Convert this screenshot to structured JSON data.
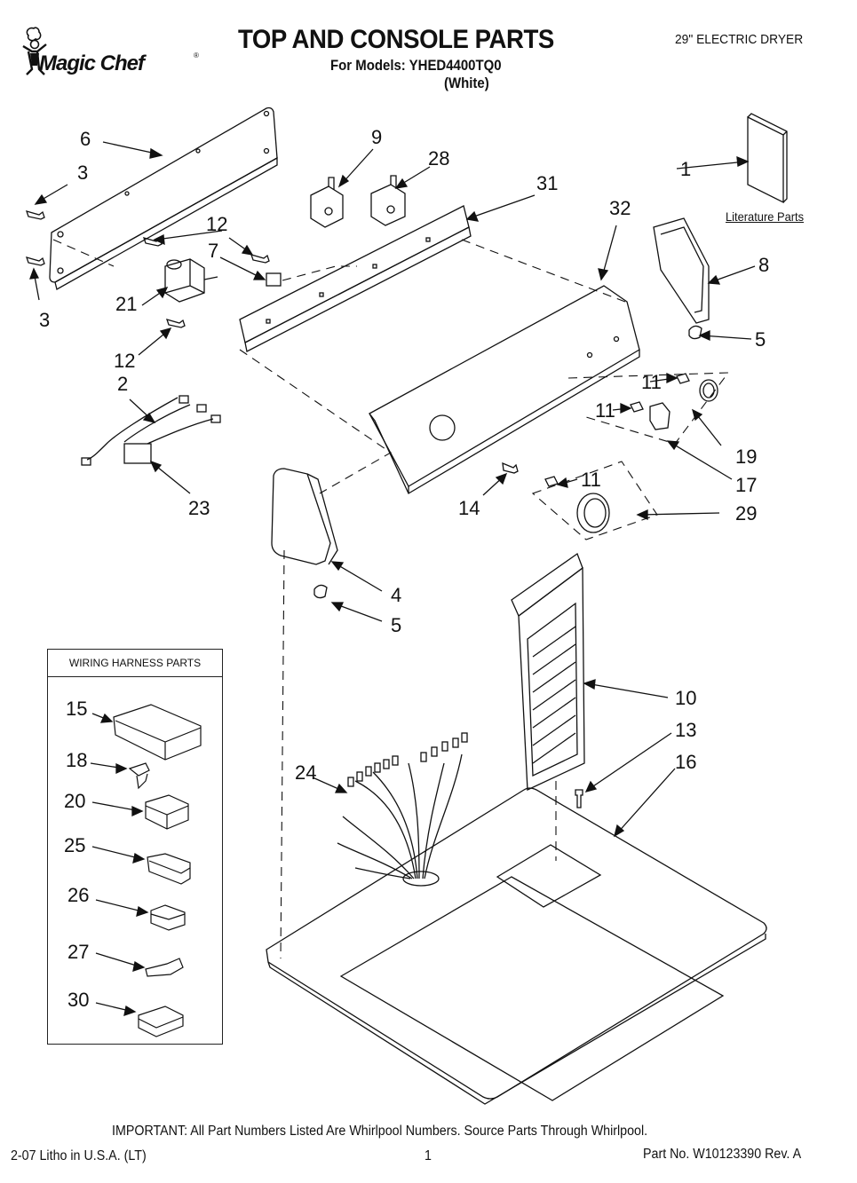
{
  "header": {
    "brand": "Magic Chef",
    "brand_mark": "®",
    "title": "TOP AND CONSOLE PARTS",
    "models_line": "For Models: YHED4400TQ0",
    "color_line": "(White)",
    "product_type": "29\" ELECTRIC DRYER"
  },
  "literature": {
    "label": "Literature Parts",
    "callout": "1"
  },
  "callouts": {
    "c1": "1",
    "c2": "2",
    "c3a": "3",
    "c3b": "3",
    "c4": "4",
    "c5a": "5",
    "c5b": "5",
    "c6": "6",
    "c7": "7",
    "c8": "8",
    "c9": "9",
    "c10": "10",
    "c11a": "11",
    "c11b": "11",
    "c11c": "11",
    "c12a": "12",
    "c12b": "12",
    "c13": "13",
    "c14": "14",
    "c16": "16",
    "c17": "17",
    "c19": "19",
    "c21": "21",
    "c23": "23",
    "c24": "24",
    "c28": "28",
    "c29": "29",
    "c31": "31",
    "c32": "32"
  },
  "wiring_harness": {
    "title": "WIRING HARNESS PARTS",
    "items": [
      "15",
      "18",
      "20",
      "25",
      "26",
      "27",
      "30"
    ]
  },
  "footer": {
    "important": "IMPORTANT: All Part Numbers Listed Are Whirlpool Numbers. Source Parts Through Whirlpool.",
    "litho": "2-07 Litho in U.S.A. (LT)",
    "page_number": "1",
    "part_number": "Part No. W10123390 Rev. A"
  }
}
